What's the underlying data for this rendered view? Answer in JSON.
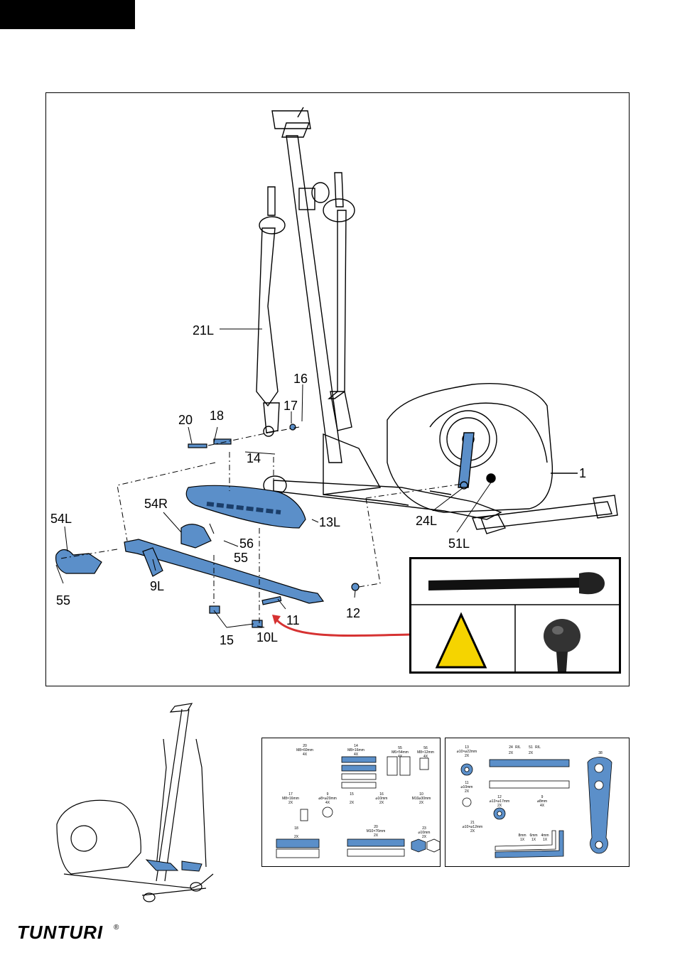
{
  "brand": {
    "logo_text": "TUNTURI",
    "trademark": "®"
  },
  "colors": {
    "part_blue": "#5b8fc9",
    "arrow_red": "#d63232",
    "warning_yellow": "#f5d400",
    "ink": "#000000"
  },
  "diagram": {
    "labels": {
      "p21L": "21L",
      "p16": "16",
      "p17": "17",
      "p18": "18",
      "p20": "20",
      "p14": "14",
      "p1": "1",
      "p54R": "54R",
      "p54L": "54L",
      "p13L": "13L",
      "p24L": "24L",
      "p56": "56",
      "p55a": "55",
      "p55b": "55",
      "p51L": "51L",
      "p9L": "9L",
      "p12": "12",
      "p11": "11",
      "p15": "15",
      "p10L": "10L"
    },
    "warning_icon": "warning-triangle-icon"
  },
  "hardware_left": {
    "items": [
      {
        "num": "20",
        "spec": "M8×60mm",
        "qty": "4X"
      },
      {
        "num": "14",
        "spec": "M8×16mm",
        "qty": "4X"
      },
      {
        "num": "55",
        "spec": "M6×54mm",
        "qty": "4X"
      },
      {
        "num": "56",
        "spec": "M8×12mm",
        "qty": "4X"
      },
      {
        "num": "17",
        "spec": "M8×16mm",
        "qty": "2X"
      },
      {
        "num": "9",
        "spec": "⌀8×⌀20mm",
        "qty": "4X"
      },
      {
        "num": "15",
        "spec": "",
        "qty": "2X"
      },
      {
        "num": "16",
        "spec": "⌀10mm",
        "qty": "2X"
      },
      {
        "num": "10",
        "spec": "M10⌀30mm",
        "qty": "2X"
      },
      {
        "num": "18",
        "spec": "",
        "qty": "2X"
      },
      {
        "num": "20",
        "spec": "M10×76mm",
        "qty": "2X"
      },
      {
        "num": "23",
        "spec": "⌀10mm",
        "qty": "2X"
      }
    ]
  },
  "hardware_right": {
    "items": [
      {
        "num": "13",
        "spec": "⌀10×⌀22mm",
        "qty": "2X"
      },
      {
        "num": "24",
        "spec": "R/L",
        "qty": "2X"
      },
      {
        "num": "51",
        "spec": "R/L",
        "qty": "2X"
      },
      {
        "num": "11",
        "spec": "⌀10mm",
        "qty": "2X"
      },
      {
        "num": "12",
        "spec": "⌀13×⌀17mm",
        "qty": "2X"
      },
      {
        "num": "9",
        "spec": "⌀8mm",
        "qty": "4X"
      },
      {
        "num": "21",
        "spec": "⌀10×⌀12mm",
        "qty": "2X"
      },
      {
        "num": "38",
        "spec": "",
        "qty": ""
      }
    ],
    "tools": [
      {
        "size": "8mm",
        "qty": "1X"
      },
      {
        "size": "6mm",
        "qty": "1X"
      },
      {
        "size": "4mm",
        "qty": "1X"
      }
    ]
  }
}
